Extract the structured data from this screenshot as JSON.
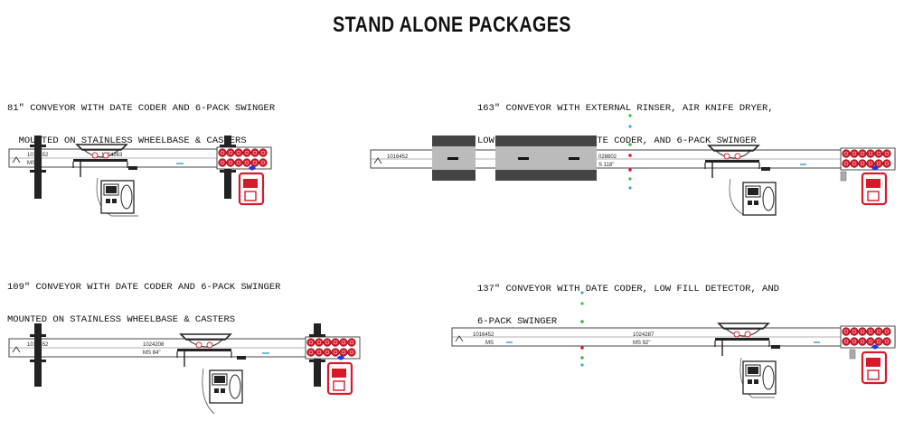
{
  "title": "STAND ALONE PACKAGES",
  "packages": [
    {
      "caption": [
        "81\" CONVEYOR WITH DATE CODER AND 6-PACK SWINGER",
        "  MOUNTED ON STAINLESS WHEELBASE & CASTERS"
      ],
      "labels": [
        "1016452",
        "MS",
        "1024263"
      ]
    },
    {
      "caption": [
        "163\" CONVEYOR WITH EXTERNAL RINSER, AIR KNIFE DRYER,",
        "LOW FILL DETECTOR, DATE CODER, AND 6-PACK SWINGER"
      ],
      "labels": [
        "1016452",
        "028802",
        "S 118\""
      ]
    },
    {
      "caption": [
        "109\" CONVEYOR WITH DATE CODER AND 6-PACK SWINGER",
        "MOUNTED ON STAINLESS WHEELBASE & CASTERS"
      ],
      "labels": [
        "1016452",
        "1024208",
        "MS  84\""
      ]
    },
    {
      "caption": [
        "137\" CONVEYOR WITH DATE CODER, LOW FILL DETECTOR, AND",
        "6-PACK SWINGER"
      ],
      "labels": [
        "1016452",
        "MS",
        "1024287",
        "MS  92\""
      ]
    }
  ],
  "colors": {
    "accent_red": "#d8192a",
    "accent_blue": "#1a3fd8",
    "accent_cyan": "#3aa8d8",
    "accent_green": "#3fb83f"
  }
}
